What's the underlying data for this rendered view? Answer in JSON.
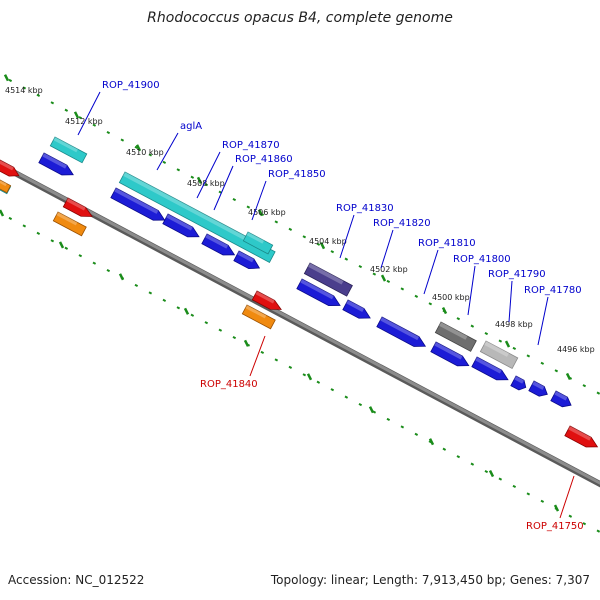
{
  "header": {
    "title": "Rhodococcus opacus B4, complete genome"
  },
  "footer": {
    "accession": "Accession: NC_012522",
    "summary": "Topology: linear; Length: 7,913,450 bp; Genes: 7,307"
  },
  "ticks": [
    {
      "label": "4514 kbp"
    },
    {
      "label": "4512 kbp"
    },
    {
      "label": "4510 kbp"
    },
    {
      "label": "4508 kbp"
    },
    {
      "label": "4506 kbp"
    },
    {
      "label": "4504 kbp"
    },
    {
      "label": "4502 kbp"
    },
    {
      "label": "4500 kbp"
    },
    {
      "label": "4498 kbp"
    },
    {
      "label": "4496 kbp"
    }
  ],
  "gene_labels": [
    {
      "text": "ROP_41900",
      "color": "#0000cc"
    },
    {
      "text": "aglA",
      "color": "#0000cc"
    },
    {
      "text": "ROP_41870",
      "color": "#0000cc"
    },
    {
      "text": "ROP_41860",
      "color": "#0000cc"
    },
    {
      "text": "ROP_41850",
      "color": "#0000cc"
    },
    {
      "text": "ROP_41830",
      "color": "#0000cc"
    },
    {
      "text": "ROP_41820",
      "color": "#0000cc"
    },
    {
      "text": "ROP_41810",
      "color": "#0000cc"
    },
    {
      "text": "ROP_41800",
      "color": "#0000cc"
    },
    {
      "text": "ROP_41790",
      "color": "#0000cc"
    },
    {
      "text": "ROP_41780",
      "color": "#0000cc"
    },
    {
      "text": "ROP_41840",
      "color": "#cc0000"
    },
    {
      "text": "ROP_41750",
      "color": "#cc0000"
    }
  ],
  "colors": {
    "backbone": "#8c8c8c",
    "tick": "#1a8c1a",
    "cds": "#1c1cd6",
    "cds_dark": "#0a0a8a",
    "rna_cyan": "#2ec9c9",
    "rna_purple": "#4a3e8c",
    "grey_dark": "#6e6e6e",
    "grey_light": "#b8b8b8",
    "red": "#e01010",
    "orange": "#f08a10"
  }
}
